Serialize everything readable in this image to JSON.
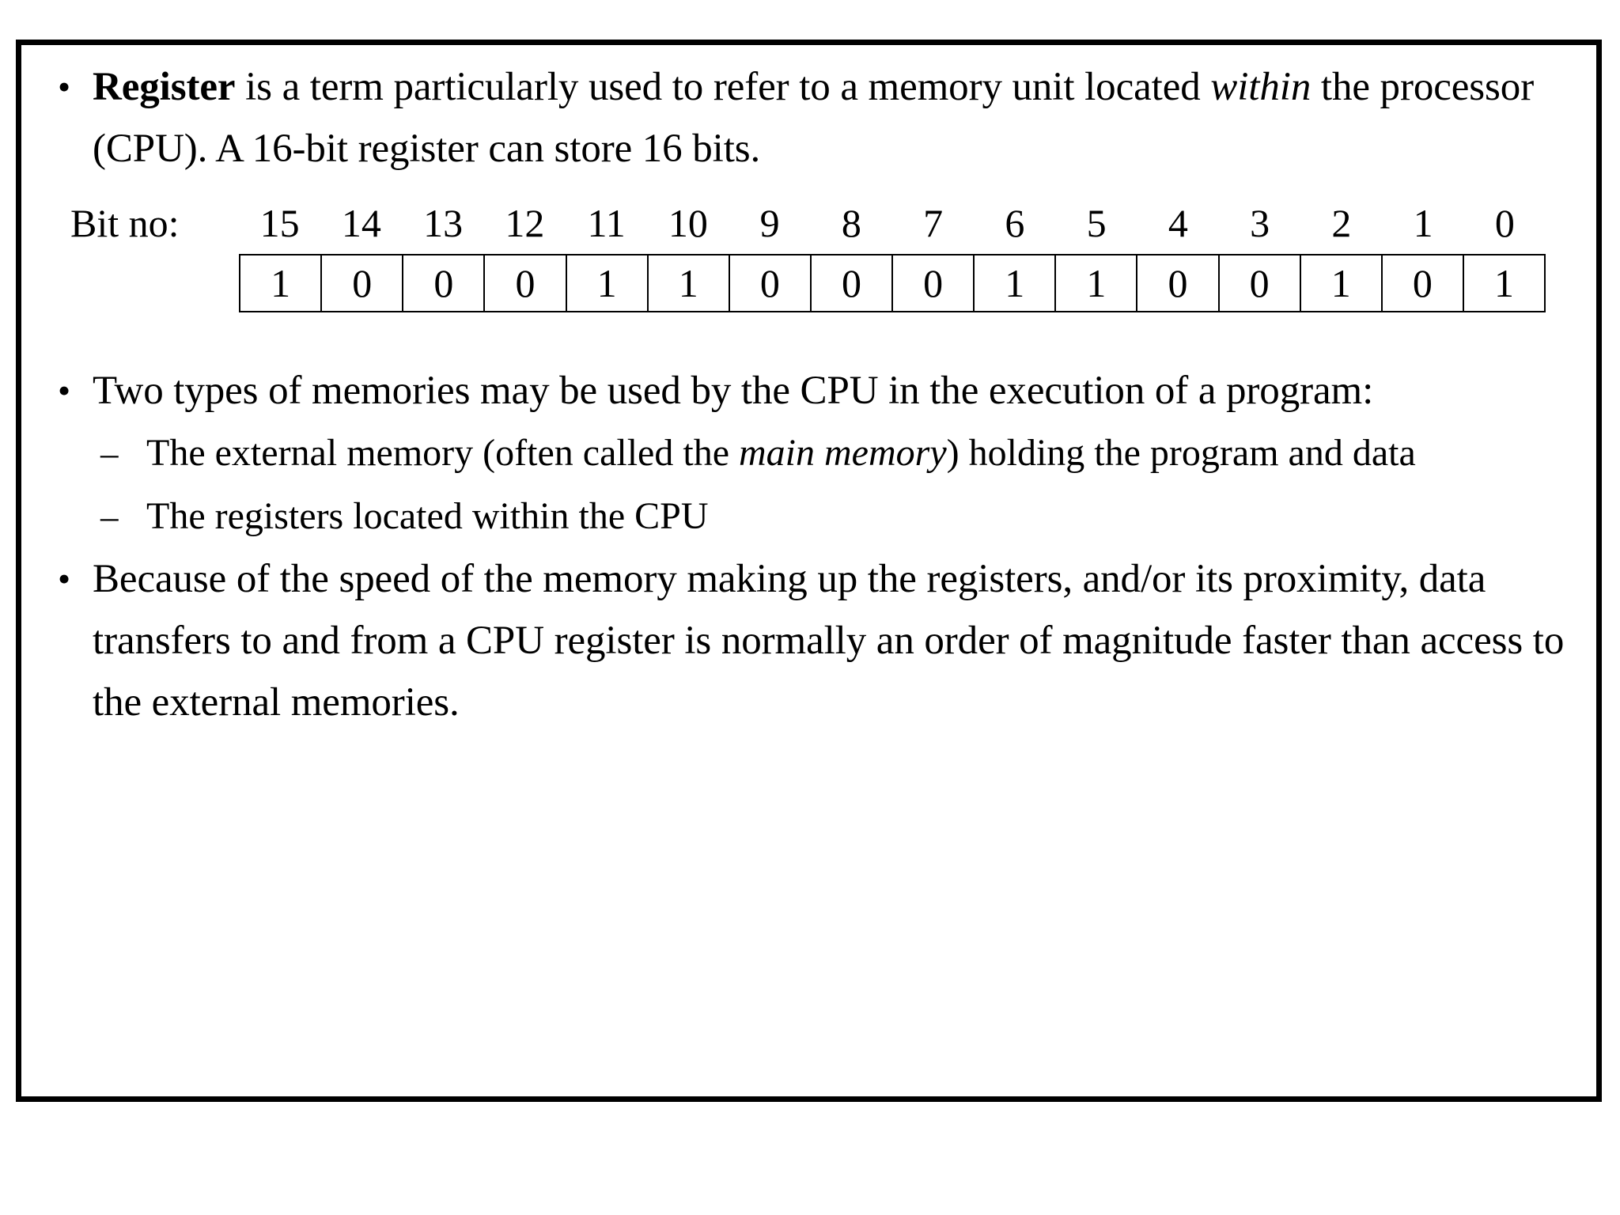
{
  "slide": {
    "bullet_marker": "•",
    "sub_marker": "–",
    "bullets": [
      {
        "id": "register-definition",
        "segments": [
          {
            "text": "Register",
            "style": "bold"
          },
          {
            "text": " is a term particularly used to refer to a memory unit located ",
            "style": "normal"
          },
          {
            "text": "within",
            "style": "italic"
          },
          {
            "text": " the processor (CPU). A 16-bit register can store 16 bits.",
            "style": "normal"
          }
        ],
        "plain": "Register is a term particularly used to refer to a memory unit located within the processor (CPU). A 16-bit register can store 16 bits."
      },
      {
        "id": "two-types-memories",
        "segments": [
          {
            "text": "Two types of memories may be used by the CPU in the execution of a program:",
            "style": "normal"
          }
        ],
        "plain": "Two types of memories may be used by the CPU in the execution of a program:"
      },
      {
        "id": "register-speed",
        "segments": [
          {
            "text": "Because of the speed of the memory making up the registers, and/or its proximity, data transfers to and from a CPU register is normally an order of magnitude faster than access to the external memories.",
            "style": "normal"
          }
        ],
        "plain": "Because of the speed of the memory making up the registers, and/or its proximity, data transfers to and from a CPU register is normally an order of magnitude faster than access to the external memories."
      }
    ],
    "sub_bullets": [
      {
        "id": "external-memory",
        "segments": [
          {
            "text": "The external memory (often called the ",
            "style": "normal"
          },
          {
            "text": "main memory",
            "style": "italic"
          },
          {
            "text": ") holding the program and data",
            "style": "normal"
          }
        ],
        "plain": "The external memory (often called the main memory) holding the program and data"
      },
      {
        "id": "cpu-registers",
        "segments": [
          {
            "text": "The registers located within the CPU",
            "style": "normal"
          }
        ],
        "plain": "The registers located within the CPU"
      }
    ],
    "bit_diagram": {
      "label": "Bit no:",
      "bit_numbers": [
        "15",
        "14",
        "13",
        "12",
        "11",
        "10",
        "9",
        "8",
        "7",
        "6",
        "5",
        "4",
        "3",
        "2",
        "1",
        "0"
      ],
      "bit_values": [
        "1",
        "0",
        "0",
        "0",
        "1",
        "1",
        "0",
        "0",
        "0",
        "1",
        "1",
        "0",
        "0",
        "1",
        "0",
        "1"
      ],
      "binary_string": "1000110001100101",
      "width_bits": 16
    },
    "colors": {
      "background": "#ffffff",
      "text": "#000000",
      "border": "#000000"
    }
  }
}
